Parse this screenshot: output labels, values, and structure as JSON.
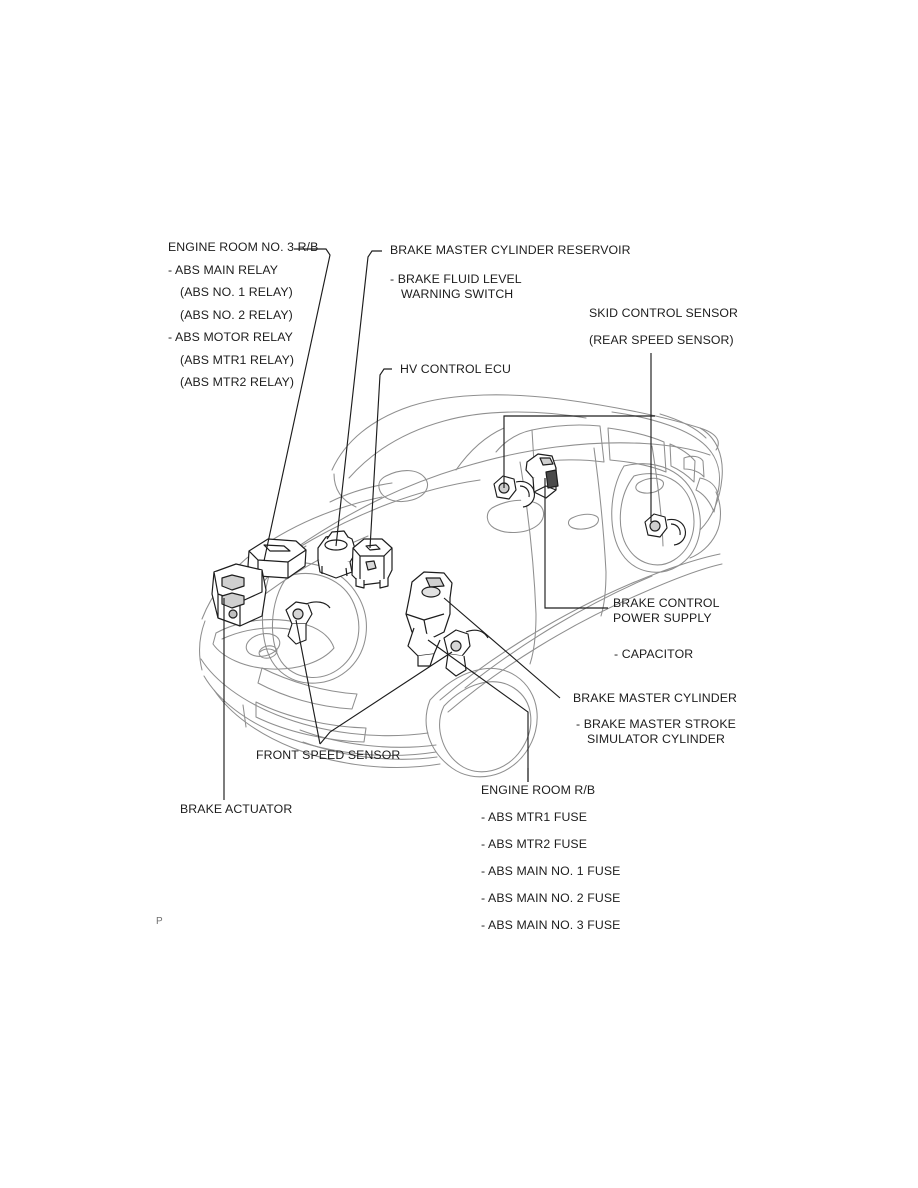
{
  "diagram": {
    "title": "Brake System Component Location",
    "vehicle": "sedan-three-quarter-front-left-view",
    "page_mark": "P",
    "line_color": "#1d1d1d",
    "body_line_color": "#8c8c8c",
    "text_color": "#1d1d1d"
  },
  "labels": {
    "engine_room_no3_rb": {
      "heading": "ENGINE ROOM NO. 3 R/B",
      "items": [
        "- ABS MAIN RELAY",
        "(ABS NO. 1 RELAY)",
        "(ABS NO. 2 RELAY)",
        "- ABS MOTOR RELAY",
        "(ABS MTR1 RELAY)",
        "(ABS MTR2 RELAY)"
      ]
    },
    "brake_master_cylinder_reservoir": {
      "heading": "BRAKE MASTER CYLINDER RESERVOIR",
      "item_line1": "- BRAKE FLUID LEVEL",
      "item_line2": "WARNING SWITCH"
    },
    "hv_control_ecu": {
      "heading": "HV CONTROL ECU"
    },
    "skid_control_sensor": {
      "heading": "SKID CONTROL SENSOR",
      "alias": "(REAR SPEED SENSOR)"
    },
    "brake_control_power_supply": {
      "line1": "BRAKE CONTROL",
      "line2": "POWER SUPPLY",
      "item": "- CAPACITOR"
    },
    "brake_master_cylinder": {
      "heading": "BRAKE MASTER CYLINDER",
      "item_line1": "- BRAKE MASTER STROKE",
      "item_line2": "SIMULATOR CYLINDER"
    },
    "front_speed_sensor": {
      "heading": "FRONT SPEED SENSOR"
    },
    "brake_actuator": {
      "heading": "BRAKE ACTUATOR"
    },
    "engine_room_rb": {
      "heading": "ENGINE ROOM R/B",
      "items": [
        "- ABS MTR1 FUSE",
        "- ABS MTR2 FUSE",
        "- ABS MAIN NO. 1 FUSE",
        "- ABS MAIN NO. 2 FUSE",
        "- ABS MAIN NO. 3 FUSE"
      ]
    }
  }
}
